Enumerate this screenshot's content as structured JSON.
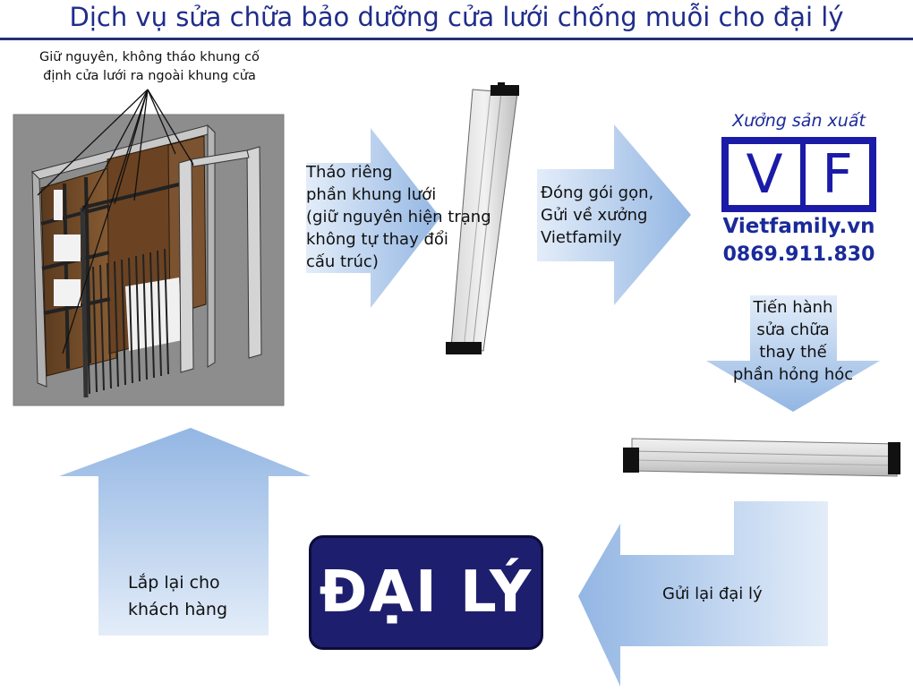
{
  "title": "Dịch vụ sửa chữa bảo dưỡng cửa lưới chống muỗi cho đại lý",
  "note": [
    "Giữ nguyên, không tháo khung cố",
    "định cửa lưới ra ngoài khung cửa"
  ],
  "steps": {
    "remove": [
      "Tháo riêng",
      "phần khung lưới",
      "(giữ nguyên hiện trạng",
      "không tự thay đổi",
      "cấu trúc)"
    ],
    "pack": [
      "Đóng gói gọn,",
      "Gửi về xưởng",
      "Vietfamily"
    ],
    "repair": [
      "Tiến hành",
      "sửa chữa",
      "thay thế",
      "phần hỏng hóc"
    ],
    "send_back": "Gửi lại đại lý",
    "reinstall": [
      "Lắp lại cho",
      "khách hàng"
    ]
  },
  "workshop": {
    "caption": "Xưởng sản xuất",
    "logo_letters": [
      "V",
      "F"
    ],
    "website": "Vietfamily.vn",
    "phone": "0869.911.830"
  },
  "dealer": "ĐẠI LÝ",
  "colors": {
    "title": "#1f2d8a",
    "arrow_light": "#dbe8f7",
    "arrow_dark": "#9fbfe6",
    "dealer_bg": "#1e1e6e",
    "logo": "#1b1ba8"
  }
}
